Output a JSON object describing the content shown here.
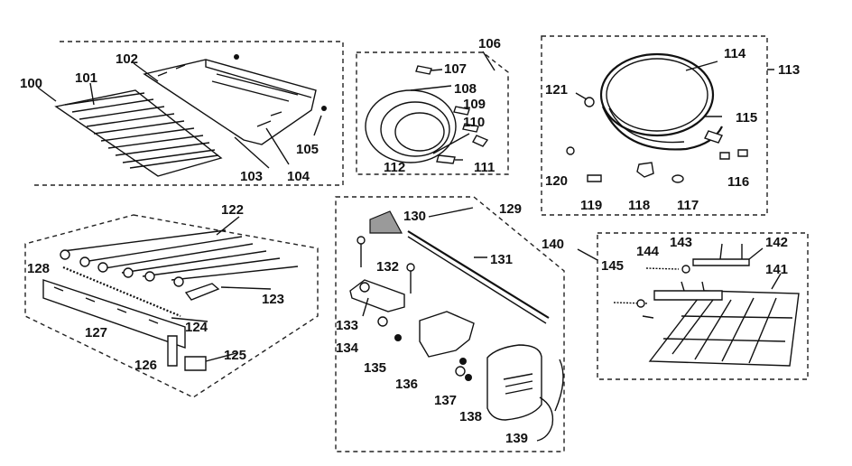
{
  "diagram": {
    "labels": {
      "l100": "100",
      "l101": "101",
      "l102": "102",
      "l103": "103",
      "l104": "104",
      "l105": "105",
      "l106": "106",
      "l107": "107",
      "l108": "108",
      "l109": "109",
      "l110": "110",
      "l111": "111",
      "l112": "112",
      "l113": "113",
      "l114": "114",
      "l115": "115",
      "l116": "116",
      "l117": "117",
      "l118": "118",
      "l119": "119",
      "l120": "120",
      "l121": "121",
      "l122": "122",
      "l123": "123",
      "l124": "124",
      "l125": "125",
      "l126": "126",
      "l127": "127",
      "l128": "128",
      "l129": "129",
      "l130": "130",
      "l131": "131",
      "l132": "132",
      "l133": "133",
      "l134": "134",
      "l135": "135",
      "l136": "136",
      "l137": "137",
      "l138": "138",
      "l139": "139",
      "l140": "140",
      "l141": "141",
      "l142": "142",
      "l143": "143",
      "l144": "144",
      "l145": "145"
    }
  }
}
